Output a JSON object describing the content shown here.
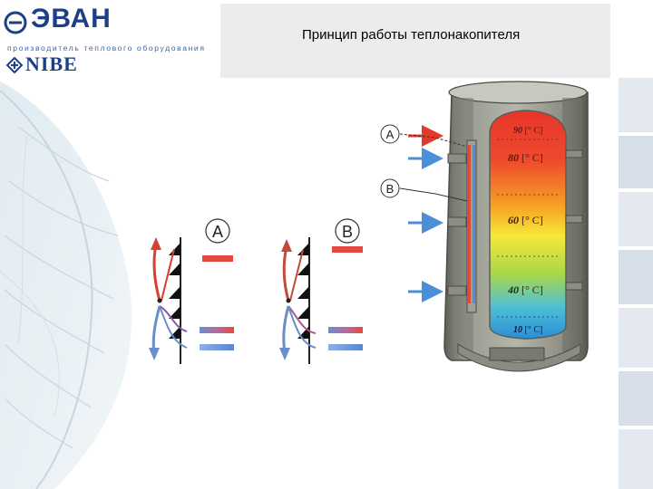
{
  "logo": {
    "brand": "ЭВАН",
    "tagline": "производитель теплового оборудования",
    "partner": "NIBE"
  },
  "title": "Принцип работы теплонакопителя",
  "callouts": {
    "a": "A",
    "b": "B"
  },
  "detail_labels": {
    "a": "A",
    "b": "B"
  },
  "tank": {
    "temperatures": [
      {
        "value": "90",
        "unit": "[° C]"
      },
      {
        "value": "80",
        "unit": "[° C]"
      },
      {
        "value": "60",
        "unit": "[° C]"
      },
      {
        "value": "40",
        "unit": "[° C]"
      },
      {
        "value": "10",
        "unit": "[° C]"
      }
    ]
  },
  "colors": {
    "brand_blue": "#1d3f86",
    "hot": "#e53a2a",
    "cold": "#5a8fd4",
    "title_bar": "#ececec"
  }
}
